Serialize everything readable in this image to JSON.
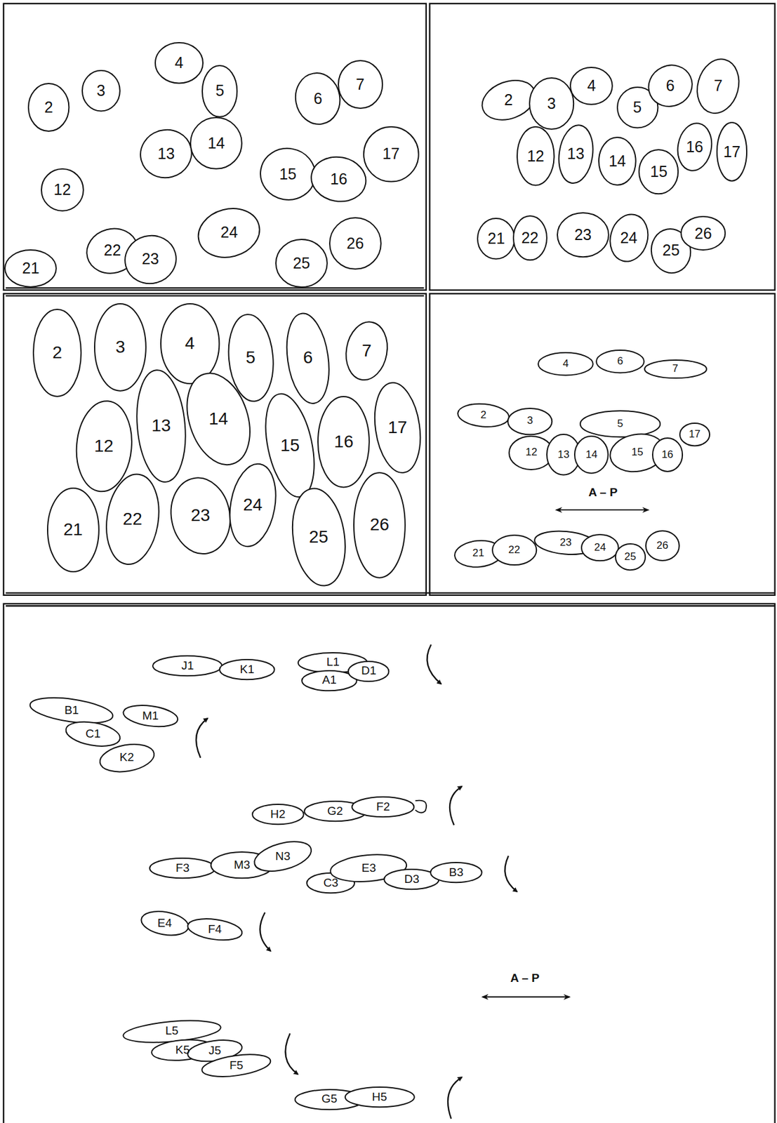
{
  "diagram": {
    "nodes": [
      {
        "text": [
          "2"
        ]
      },
      {
        "text": [
          "3"
        ]
      },
      {
        "text": [
          "4"
        ]
      },
      {
        "text": [
          "5"
        ]
      },
      {
        "text": [
          "6"
        ]
      },
      {
        "text": [
          "7"
        ]
      },
      {
        "text": [
          "13"
        ]
      },
      {
        "text": [
          "14"
        ]
      },
      {
        "text": [
          "15"
        ]
      },
      {
        "text": [
          "16"
        ]
      },
      {
        "text": [
          "17"
        ]
      },
      {
        "text": [
          "12"
        ]
      },
      {
        "text": [
          "21"
        ]
      },
      {
        "text": [
          "22"
        ]
      },
      {
        "text": [
          "23"
        ]
      },
      {
        "text": [
          "24"
        ]
      },
      {
        "text": [
          "25"
        ]
      },
      {
        "text": [
          "26"
        ]
      },
      {
        "text": [
          "2"
        ]
      },
      {
        "text": [
          "3"
        ]
      },
      {
        "text": [
          "4"
        ]
      },
      {
        "text": [
          "5"
        ]
      },
      {
        "text": [
          "6"
        ]
      },
      {
        "text": [
          "7"
        ]
      },
      {
        "text": [
          "12"
        ]
      },
      {
        "text": [
          "13"
        ]
      },
      {
        "text": [
          "14"
        ]
      },
      {
        "text": [
          "15"
        ]
      },
      {
        "text": [
          "16"
        ]
      },
      {
        "text": [
          "17"
        ]
      },
      {
        "text": [
          "21"
        ]
      },
      {
        "text": [
          "22"
        ]
      },
      {
        "text": [
          "23"
        ]
      },
      {
        "text": [
          "24"
        ]
      },
      {
        "text": [
          "25"
        ]
      },
      {
        "text": [
          "26"
        ]
      },
      {
        "text": [
          "2"
        ]
      },
      {
        "text": [
          "3"
        ]
      },
      {
        "text": [
          "4"
        ]
      },
      {
        "text": [
          "5"
        ]
      },
      {
        "text": [
          "6"
        ]
      },
      {
        "text": [
          "7"
        ]
      },
      {
        "text": [
          "12"
        ]
      },
      {
        "text": [
          "13"
        ]
      },
      {
        "text": [
          "14"
        ]
      },
      {
        "text": [
          "15"
        ]
      },
      {
        "text": [
          "16"
        ]
      },
      {
        "text": [
          "17"
        ]
      },
      {
        "text": [
          "21"
        ]
      },
      {
        "text": [
          "22"
        ]
      },
      {
        "text": [
          "23"
        ]
      },
      {
        "text": [
          "24"
        ]
      },
      {
        "text": [
          "25"
        ]
      },
      {
        "text": [
          "26"
        ]
      },
      {
        "text": [
          "4"
        ]
      },
      {
        "text": [
          "6"
        ]
      },
      {
        "text": [
          "7"
        ]
      },
      {
        "text": [
          "2"
        ]
      },
      {
        "text": [
          "3"
        ]
      },
      {
        "text": [
          "5"
        ]
      },
      {
        "text": [
          "12"
        ]
      },
      {
        "text": [
          "13"
        ]
      },
      {
        "text": [
          "14"
        ]
      },
      {
        "text": [
          "15"
        ]
      },
      {
        "text": [
          "16"
        ]
      },
      {
        "text": [
          "17"
        ]
      },
      {
        "text": [
          "21"
        ]
      },
      {
        "text": [
          "22"
        ]
      },
      {
        "text": [
          "23"
        ]
      },
      {
        "text": [
          "24"
        ]
      },
      {
        "text": [
          "25"
        ]
      },
      {
        "text": [
          "26"
        ]
      },
      {
        "text": [
          "J1"
        ]
      },
      {
        "text": [
          "K1"
        ]
      },
      {
        "text": [
          "L1"
        ]
      },
      {
        "text": [
          "A1"
        ]
      },
      {
        "text": [
          "D1"
        ]
      },
      {
        "text": [
          "B1"
        ]
      },
      {
        "text": [
          "M1"
        ]
      },
      {
        "text": [
          "C1"
        ]
      },
      {
        "text": [
          "K2"
        ]
      },
      {
        "text": [
          "H2"
        ]
      },
      {
        "text": [
          "G2"
        ]
      },
      {
        "text": [
          "F2"
        ]
      },
      {
        "text": [
          "F3"
        ]
      },
      {
        "text": [
          "M3"
        ]
      },
      {
        "text": [
          "N3"
        ]
      },
      {
        "text": [
          "C3"
        ]
      },
      {
        "text": [
          "E3"
        ]
      },
      {
        "text": [
          "D3"
        ]
      },
      {
        "text": [
          "B3"
        ]
      },
      {
        "text": [
          "E4"
        ]
      },
      {
        "text": [
          "F4"
        ]
      },
      {
        "text": [
          "L5"
        ]
      },
      {
        "text": [
          "K5"
        ]
      },
      {
        "text": [
          "J5"
        ]
      },
      {
        "text": [
          "F5"
        ]
      },
      {
        "text": [
          "G5"
        ]
      },
      {
        "text": [
          "H5"
        ]
      }
    ],
    "labels": [
      "A – P",
      "A – P"
    ]
  }
}
